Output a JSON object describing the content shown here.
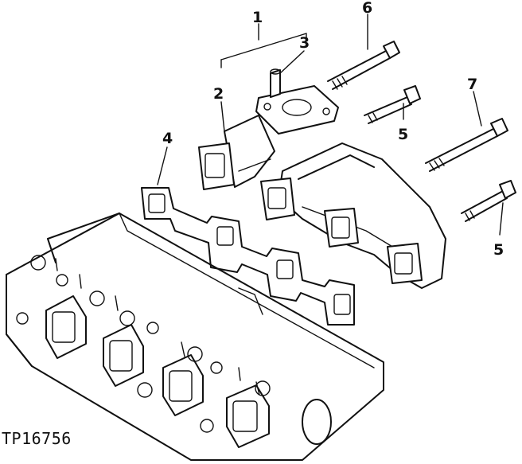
{
  "figure_id": "TP16756",
  "callouts": {
    "c1": "1",
    "c2": "2",
    "c3": "3",
    "c4": "4",
    "c5a": "5",
    "c5b": "5",
    "c6": "6",
    "c7": "7"
  }
}
